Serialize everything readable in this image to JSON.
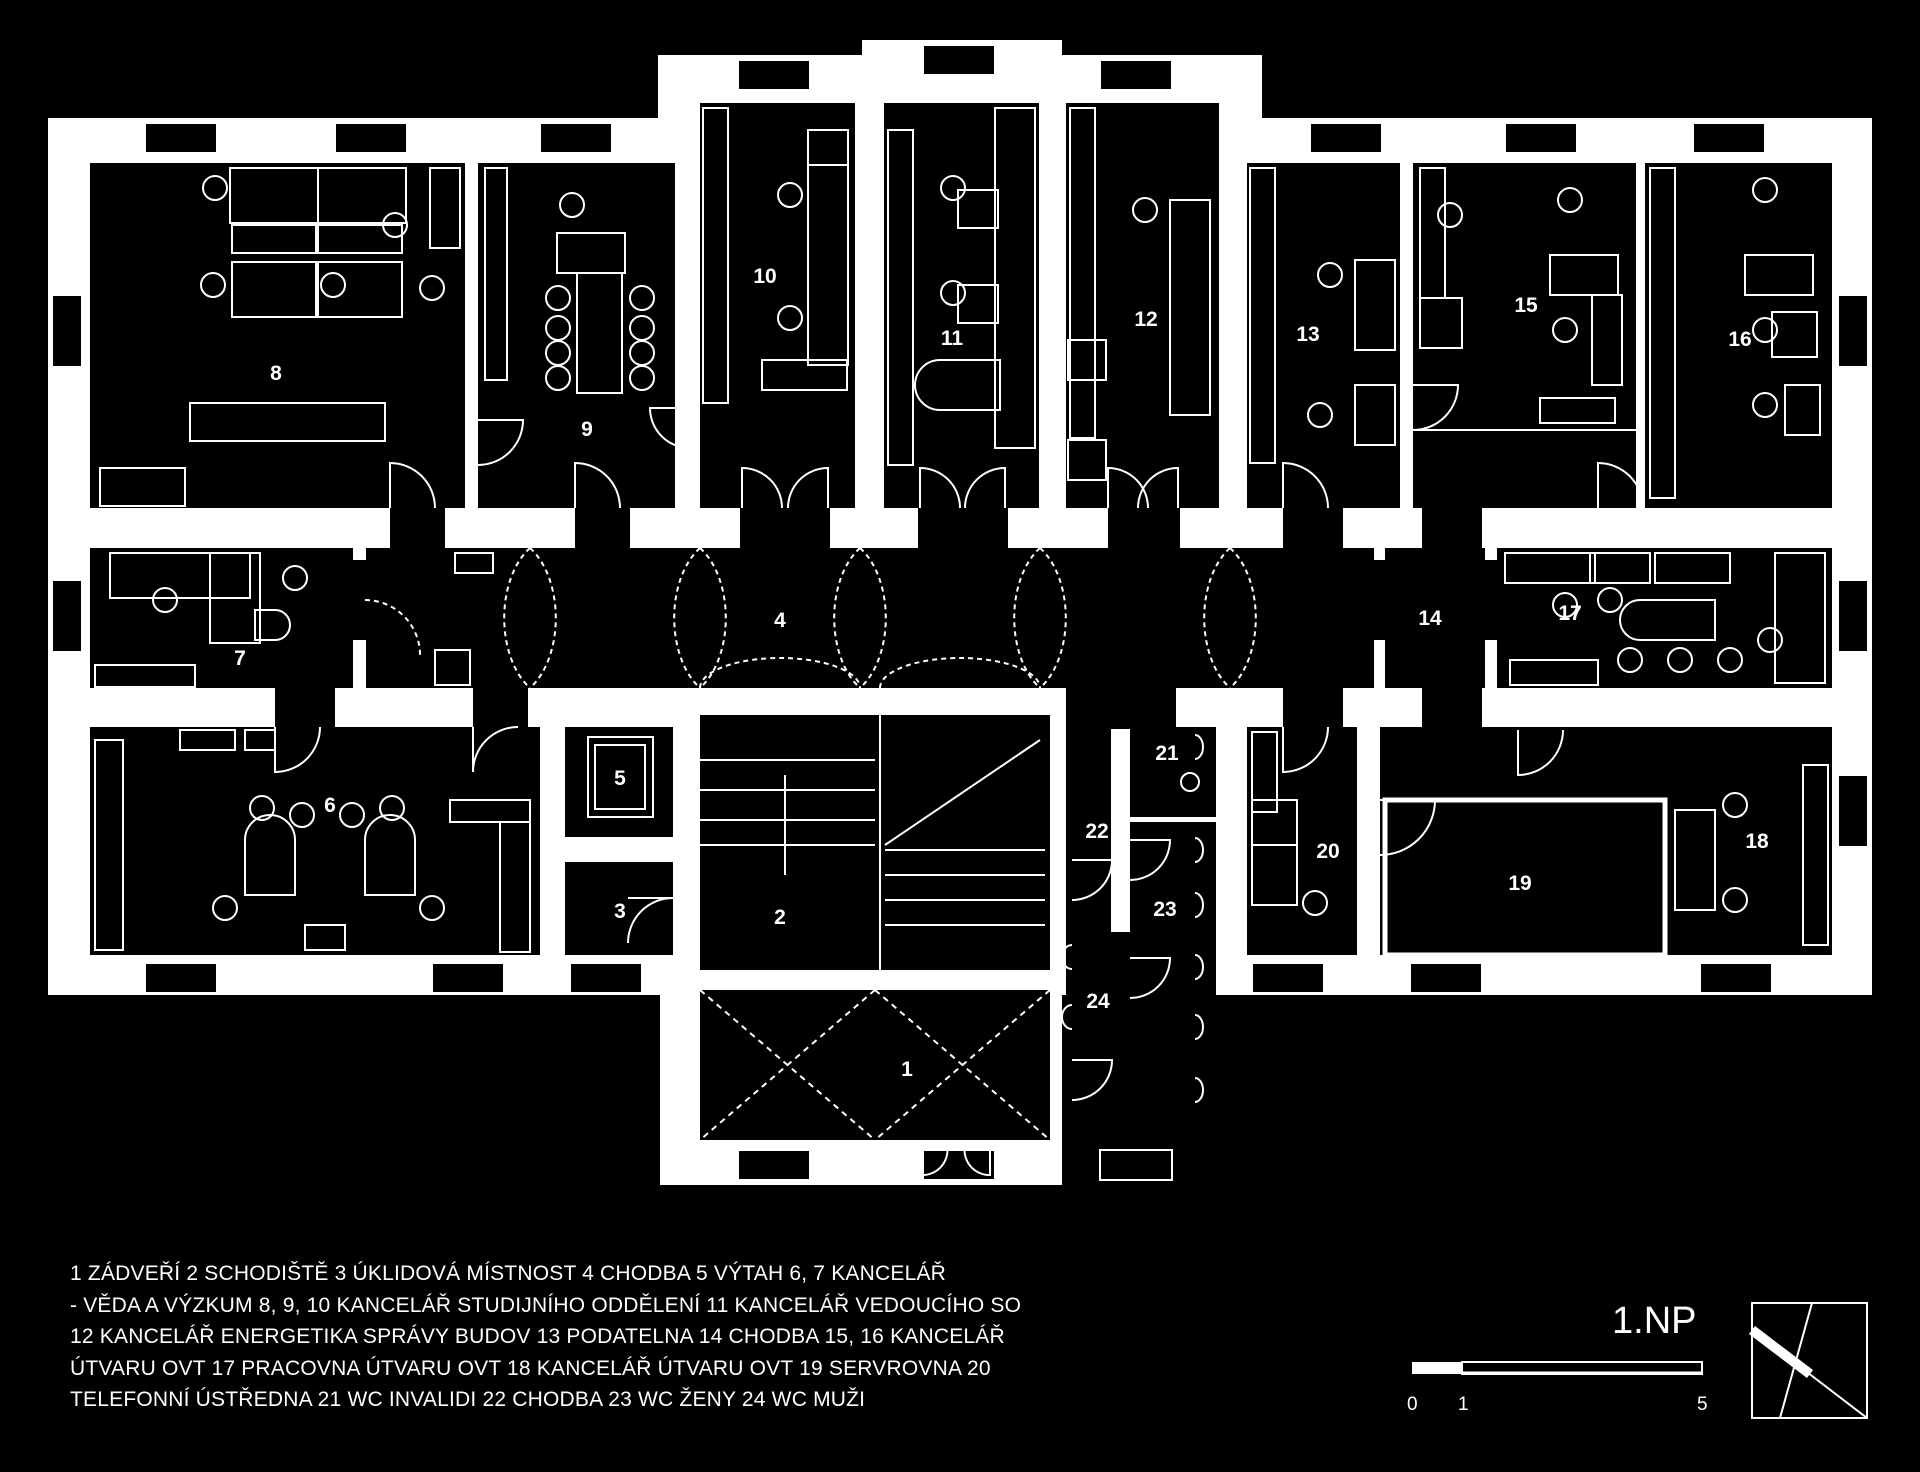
{
  "floor_label": "1.NP",
  "rooms": [
    {
      "number": "1"
    },
    {
      "number": "2"
    },
    {
      "number": "3"
    },
    {
      "number": "4"
    },
    {
      "number": "5"
    },
    {
      "number": "6"
    },
    {
      "number": "7"
    },
    {
      "number": "8"
    },
    {
      "number": "9"
    },
    {
      "number": "10"
    },
    {
      "number": "11"
    },
    {
      "number": "12"
    },
    {
      "number": "13"
    },
    {
      "number": "14"
    },
    {
      "number": "15"
    },
    {
      "number": "16"
    },
    {
      "number": "17"
    },
    {
      "number": "18"
    },
    {
      "number": "19"
    },
    {
      "number": "20"
    },
    {
      "number": "21"
    },
    {
      "number": "22"
    },
    {
      "number": "23"
    },
    {
      "number": "24"
    }
  ],
  "legend": {
    "lines": [
      "1  ZÁDVEŘÍ   2  SCHODIŠTĚ   3  ÚKLIDOVÁ MÍSTNOST   4  CHODBA   5  VÝTAH   6, 7  KANCELÁŘ",
      "- VĚDA A VÝZKUM   8, 9, 10  KANCELÁŘ STUDIJNÍHO ODDĚLENÍ   11  KANCELÁŘ VEDOUCÍHO SO",
      "12  KANCELÁŘ ENERGETIKA SPRÁVY BUDOV  13  PODATELNA   14  CHODBA   15, 16  KANCELÁŘ",
      "ÚTVARU OVT   17  PRACOVNA ÚTVARU OVT   18  KANCELÁŘ ÚTVARU OVT   19  SERVROVNA   20",
      "TELEFONNÍ ÚSTŘEDNA   21  WC INVALIDI   22  CHODBA   23  WC ŽENY   24  WC MUŽI"
    ]
  },
  "scale": {
    "ticks": [
      "0",
      "1",
      "5"
    ]
  },
  "colors": {
    "background": "#000000",
    "walls": "#ffffff",
    "lines": "#ffffff"
  }
}
